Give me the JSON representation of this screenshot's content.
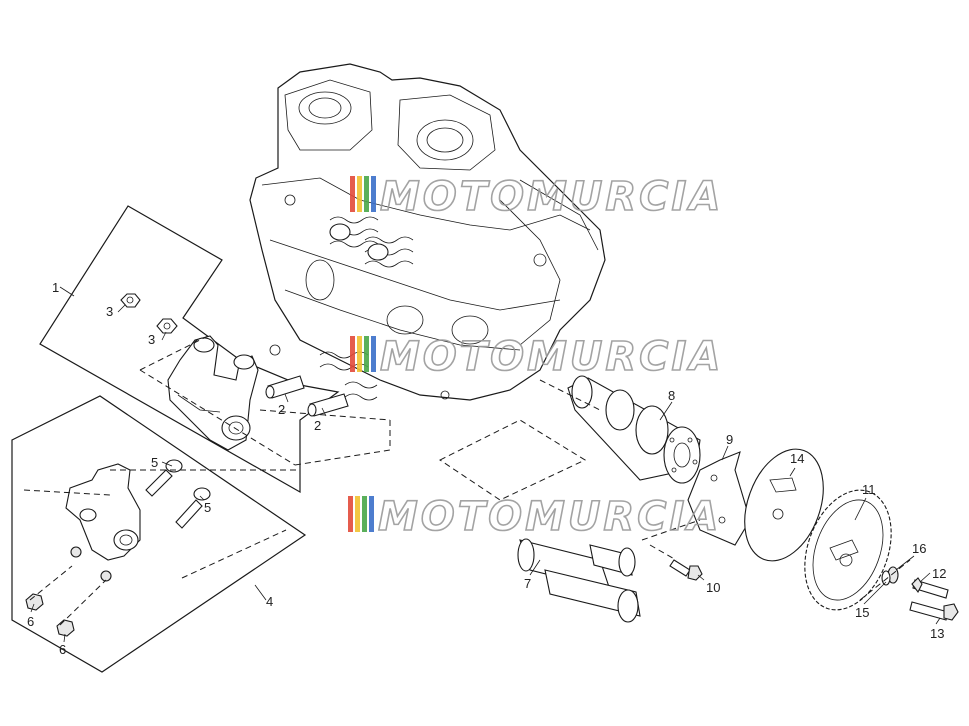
{
  "watermark": {
    "text": "MOTOMURCIA",
    "stripe_colors": [
      "#e34b3a",
      "#f2c230",
      "#4aa84a",
      "#3a6fc9"
    ]
  },
  "callouts": [
    {
      "id": "1",
      "label": "1"
    },
    {
      "id": "2a",
      "label": "2"
    },
    {
      "id": "2b",
      "label": "2"
    },
    {
      "id": "3a",
      "label": "3"
    },
    {
      "id": "3b",
      "label": "3"
    },
    {
      "id": "4",
      "label": "4"
    },
    {
      "id": "5a",
      "label": "5"
    },
    {
      "id": "5b",
      "label": "5"
    },
    {
      "id": "6a",
      "label": "6"
    },
    {
      "id": "6b",
      "label": "6"
    },
    {
      "id": "7",
      "label": "7"
    },
    {
      "id": "8",
      "label": "8"
    },
    {
      "id": "9",
      "label": "9"
    },
    {
      "id": "10",
      "label": "10"
    },
    {
      "id": "11",
      "label": "11"
    },
    {
      "id": "12",
      "label": "12"
    },
    {
      "id": "13",
      "label": "13"
    },
    {
      "id": "14",
      "label": "14"
    },
    {
      "id": "15",
      "label": "15"
    },
    {
      "id": "16",
      "label": "16"
    }
  ]
}
